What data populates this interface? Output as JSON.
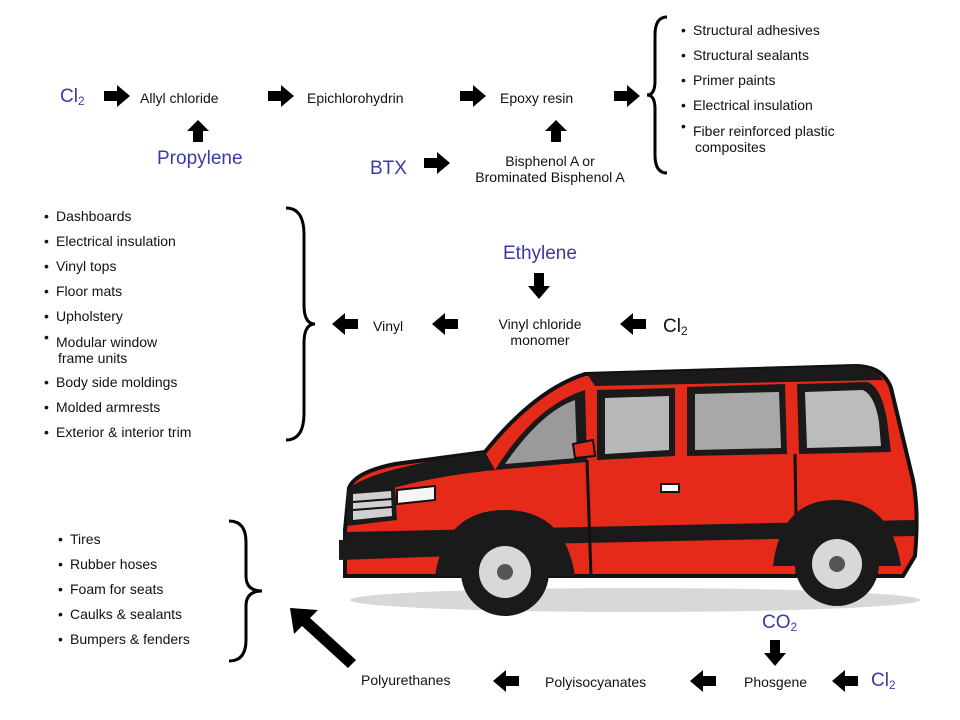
{
  "epoxy_chain": {
    "cl2_a": "Cl",
    "cl2_a_sub": "2",
    "allyl_chloride": "Allyl chloride",
    "epichlorohydrin": "Epichlorohydrin",
    "epoxy_resin": "Epoxy resin",
    "propylene": "Propylene",
    "btx": "BTX",
    "bisphenol_line1": "Bisphenol A or",
    "bisphenol_line2": "Brominated  Bisphenol A",
    "uses": [
      "Structural adhesives",
      "Structural sealants",
      "Primer paints",
      "Electrical insulation",
      "Fiber reinforced plastic",
      "composites"
    ]
  },
  "vinyl_chain": {
    "ethylene": "Ethylene",
    "vcm_line1": "Vinyl chloride",
    "vcm_line2": "monomer",
    "vinyl": "Vinyl",
    "cl2": "Cl",
    "cl2_sub": "2",
    "uses": [
      "Dashboards",
      "Electrical insulation",
      "Vinyl tops",
      "Floor mats",
      "Upholstery",
      "Modular window",
      "frame units",
      "Body side moldings",
      "Molded armrests",
      "Exterior & interior trim"
    ]
  },
  "urethane_chain": {
    "co2": "CO",
    "co2_sub": "2",
    "cl2": "Cl",
    "cl2_sub": "2",
    "phosgene": "Phosgene",
    "polyisocyanates": "Polyisocyanates",
    "polyurethanes": "Polyurethanes",
    "uses": [
      "Tires",
      "Rubber hoses",
      "Foam for seats",
      "Caulks & sealants",
      "Bumpers & fenders"
    ]
  },
  "colors": {
    "label_blue": "#3a3aa8",
    "van_red": "#e52a1a",
    "van_dark": "#1a1a1a"
  }
}
